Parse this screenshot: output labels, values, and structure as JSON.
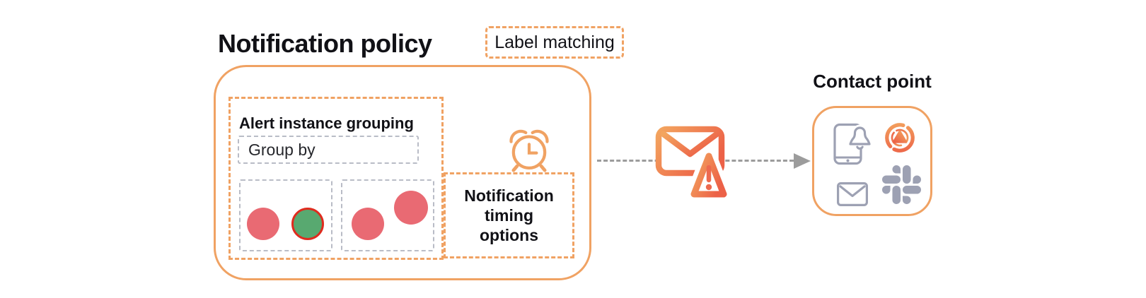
{
  "colors": {
    "orange": "#F0A263",
    "coral": "#ED6A4F",
    "icon_grad_1": "#F3A55F",
    "icon_grad_2": "#EC6147",
    "red_dot": "#E96A73",
    "green_dot": "#58A970",
    "green_dot_ring": "#DF2B1E",
    "gray_border": "#B9BCC6",
    "gray_icon": "#9DA1B3",
    "arrow": "#9C9C9C",
    "text": "#111116"
  },
  "header": {
    "title": "Notification policy",
    "label_matching": "Label matching"
  },
  "policy": {
    "alert_grouping": {
      "title": "Alert instance grouping",
      "group_by_label": "Group by",
      "groups": [
        {
          "dots": [
            "red",
            "green"
          ]
        },
        {
          "dots": [
            "red",
            "red"
          ]
        }
      ]
    },
    "timing": {
      "lines": [
        "Notification",
        "timing",
        "options"
      ]
    }
  },
  "contact_point": {
    "title": "Contact point"
  },
  "icons": {
    "alarm_clock": "alarm-clock-icon",
    "email_alert": "email-alert-icon",
    "mobile_notification": "phone-bell-icon",
    "grafana_alerting": "grafana-alerting-icon",
    "email": "email-icon",
    "slack": "slack-icon"
  }
}
